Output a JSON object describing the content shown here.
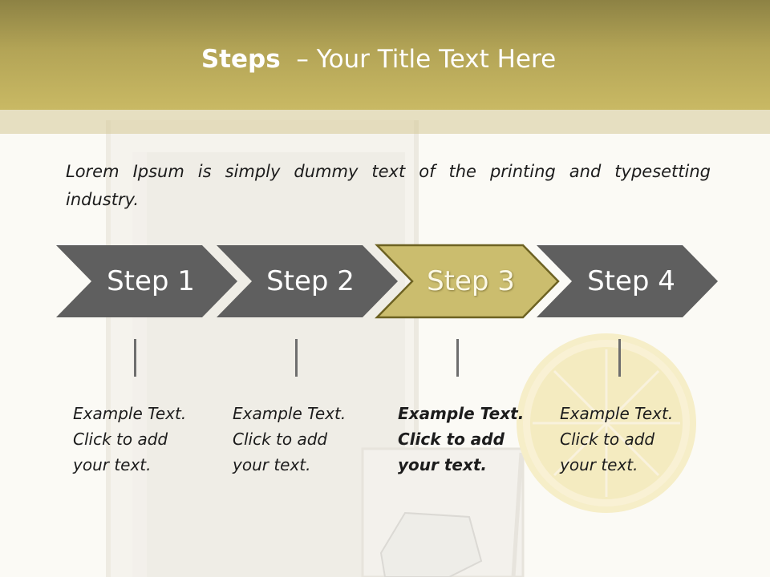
{
  "slide": {
    "title_bold": "Steps",
    "title_rest": "– Your Title Text Here",
    "intro_text": "Lorem Ipsum is simply dummy text of the printing and typesetting industry."
  },
  "steps": [
    {
      "label": "Step 1",
      "lines": [
        "Example Text.",
        "Click  to add",
        "your text."
      ]
    },
    {
      "label": "Step 2",
      "lines": [
        "Example Text.",
        "Click  to add",
        "your text."
      ]
    },
    {
      "label": "Step 3",
      "lines": [
        "Example Text.",
        "Click  to add",
        "your text."
      ]
    },
    {
      "label": "Step 4",
      "lines": [
        "Example Text.",
        "Click  to add",
        "your text."
      ]
    }
  ],
  "active_step_index": 2,
  "colors": {
    "header_gold": "#b9a95c",
    "step_gray": "#5f5f5f",
    "step_active": "#cbbd6e",
    "step_active_border": "#6d6222",
    "text_dark": "#1c1c1c"
  }
}
